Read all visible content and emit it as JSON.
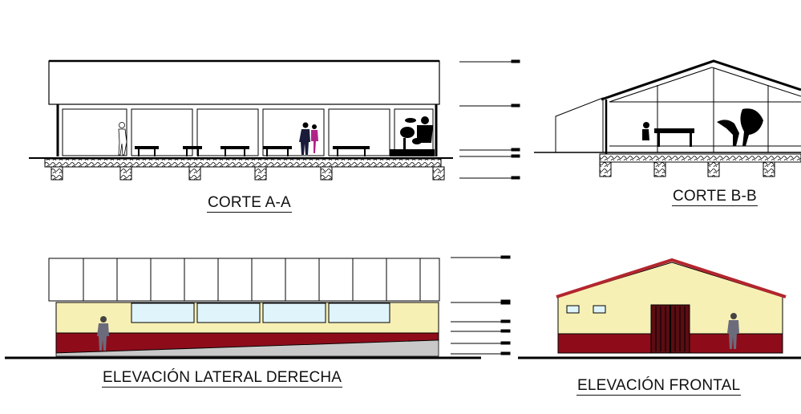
{
  "titles": {
    "section_aa": "CORTE A-A",
    "section_bb": "CORTE B-B",
    "side_elevation": "ELEVACIÓN LATERAL DERECHA",
    "front_elevation": "ELEVACIÓN FRONTAL"
  },
  "colors": {
    "line": "#000000",
    "wall_cream": "#f7f0b4",
    "wainscot_red": "#8e0c1a",
    "roof_red": "#b3262e",
    "door_red": "#5a0d12",
    "window_blue": "#dff4fb",
    "ground_gray": "#9a9a9a"
  }
}
